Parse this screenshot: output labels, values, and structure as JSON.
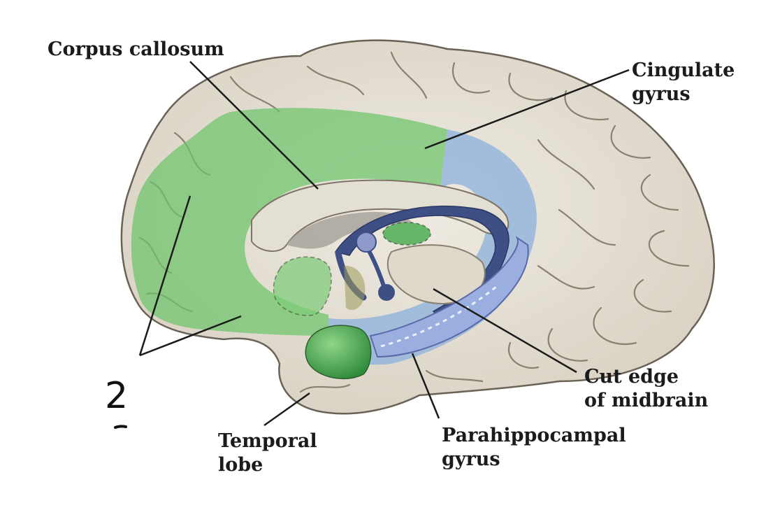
{
  "labels": {
    "corpus_callosum": [
      "Corpus callosum"
    ],
    "cingulate_gyrus": [
      "Cingulate",
      "gyrus"
    ],
    "cut_edge_of_midbrain": [
      "Cut edge",
      "of midbrain"
    ],
    "parahippocampal_gyrus": [
      "Parahippocampal",
      "gyrus"
    ],
    "temporal_lobe": [
      "Temporal",
      "lobe"
    ]
  },
  "handwritten_mark": "2",
  "colors": {
    "brain_tissue": "#e6e1d6",
    "brain_outline": "#6b6256",
    "sulcus": "#8a8070",
    "green_region": "#6cc46a",
    "blue_region": "#8eb2dd",
    "fornix": "#3e4f86",
    "leader_line": "#1b1b1b"
  }
}
